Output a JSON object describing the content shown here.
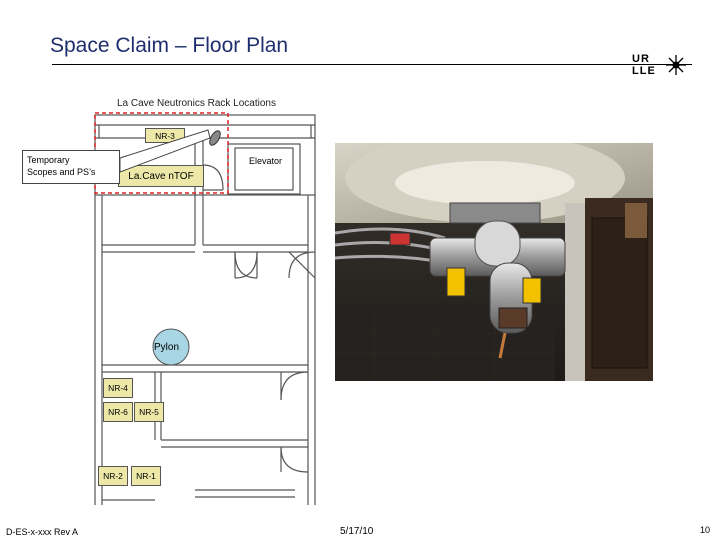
{
  "slide": {
    "title": "Space Claim – Floor Plan",
    "logo_line1": "UR",
    "logo_line2": "LLE",
    "footer_doc": "D-ES-x-xxx Rev A",
    "footer_date": "5/17/10",
    "page_number": "10"
  },
  "floor_plan": {
    "title": "La Cave Neutronics Rack Locations",
    "labels": {
      "nr3": "NR-3",
      "elevator": "Elevator",
      "lacave": "La.Cave nTOF",
      "pylon": "Pylon",
      "nr4": "NR-4",
      "nr6": "NR-6",
      "nr5": "NR-5",
      "nr2": "NR-2",
      "nr1": "NR-1"
    },
    "callout_line1": "Temporary",
    "callout_line2": "Scopes and PS’s"
  }
}
